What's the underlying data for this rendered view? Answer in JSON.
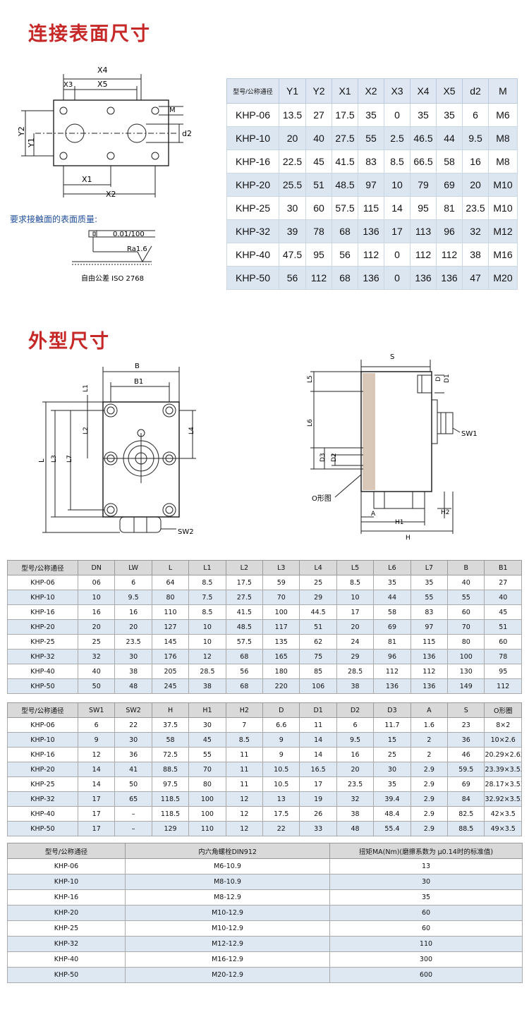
{
  "sections": {
    "surface_title": "连接表面尺寸",
    "outline_title": "外型尺寸"
  },
  "surface_diagram": {
    "labels": [
      "X4",
      "X3",
      "X5",
      "M",
      "d2",
      "Y2",
      "Y1",
      "X1",
      "X2"
    ],
    "quality_note": "要求接触面的表面质量:",
    "flatness": "0.01/100",
    "roughness": "Ra1.6",
    "tolerance": "自由公差 ISO 2768"
  },
  "front_diagram": {
    "labels": [
      "B",
      "B1",
      "L1",
      "L2",
      "L4",
      "L",
      "L3",
      "L7",
      "SW2"
    ]
  },
  "side_diagram": {
    "labels": [
      "S",
      "D",
      "D1",
      "L5",
      "L6",
      "SW1",
      "D3",
      "D2",
      "O形图",
      "A",
      "H1",
      "H2",
      "H"
    ]
  },
  "table_surface": {
    "headers": [
      "型号/公称通径",
      "Y1",
      "Y2",
      "X1",
      "X2",
      "X3",
      "X4",
      "X5",
      "d2",
      "M"
    ],
    "rows": [
      [
        "KHP-06",
        "13.5",
        "27",
        "17.5",
        "35",
        "0",
        "35",
        "35",
        "6",
        "M6"
      ],
      [
        "KHP-10",
        "20",
        "40",
        "27.5",
        "55",
        "2.5",
        "46.5",
        "44",
        "9.5",
        "M8"
      ],
      [
        "KHP-16",
        "22.5",
        "45",
        "41.5",
        "83",
        "8.5",
        "66.5",
        "58",
        "16",
        "M8"
      ],
      [
        "KHP-20",
        "25.5",
        "51",
        "48.5",
        "97",
        "10",
        "79",
        "69",
        "20",
        "M10"
      ],
      [
        "KHP-25",
        "30",
        "60",
        "57.5",
        "115",
        "14",
        "95",
        "81",
        "23.5",
        "M10"
      ],
      [
        "KHP-32",
        "39",
        "78",
        "68",
        "136",
        "17",
        "113",
        "96",
        "32",
        "M12"
      ],
      [
        "KHP-40",
        "47.5",
        "95",
        "56",
        "112",
        "0",
        "112",
        "112",
        "38",
        "M16"
      ],
      [
        "KHP-50",
        "56",
        "112",
        "68",
        "136",
        "0",
        "136",
        "136",
        "47",
        "M20"
      ]
    ]
  },
  "table_dims1": {
    "headers": [
      "型号/公称通径",
      "DN",
      "LW",
      "L",
      "L1",
      "L2",
      "L3",
      "L4",
      "L5",
      "L6",
      "L7",
      "B",
      "B1"
    ],
    "rows": [
      [
        "KHP-06",
        "06",
        "6",
        "64",
        "8.5",
        "17.5",
        "59",
        "25",
        "8.5",
        "35",
        "35",
        "40",
        "27"
      ],
      [
        "KHP-10",
        "10",
        "9.5",
        "80",
        "7.5",
        "27.5",
        "70",
        "29",
        "10",
        "44",
        "55",
        "55",
        "40"
      ],
      [
        "KHP-16",
        "16",
        "16",
        "110",
        "8.5",
        "41.5",
        "100",
        "44.5",
        "17",
        "58",
        "83",
        "60",
        "45"
      ],
      [
        "KHP-20",
        "20",
        "20",
        "127",
        "10",
        "48.5",
        "117",
        "51",
        "20",
        "69",
        "97",
        "70",
        "51"
      ],
      [
        "KHP-25",
        "25",
        "23.5",
        "145",
        "10",
        "57.5",
        "135",
        "62",
        "24",
        "81",
        "115",
        "80",
        "60"
      ],
      [
        "KHP-32",
        "32",
        "30",
        "176",
        "12",
        "68",
        "165",
        "75",
        "29",
        "96",
        "136",
        "100",
        "78"
      ],
      [
        "KHP-40",
        "40",
        "38",
        "205",
        "28.5",
        "56",
        "180",
        "85",
        "28.5",
        "112",
        "112",
        "130",
        "95"
      ],
      [
        "KHP-50",
        "50",
        "48",
        "245",
        "38",
        "68",
        "220",
        "106",
        "38",
        "136",
        "136",
        "149",
        "112"
      ]
    ]
  },
  "table_dims2": {
    "headers": [
      "型号/公称通径",
      "SW1",
      "SW2",
      "H",
      "H1",
      "H2",
      "D",
      "D1",
      "D2",
      "D3",
      "A",
      "S",
      "O形圈"
    ],
    "rows": [
      [
        "KHP-06",
        "6",
        "22",
        "37.5",
        "30",
        "7",
        "6.6",
        "11",
        "6",
        "11.7",
        "1.6",
        "23",
        "8×2"
      ],
      [
        "KHP-10",
        "9",
        "30",
        "58",
        "45",
        "8.5",
        "9",
        "14",
        "9.5",
        "15",
        "2",
        "36",
        "10×2.6"
      ],
      [
        "KHP-16",
        "12",
        "36",
        "72.5",
        "55",
        "11",
        "9",
        "14",
        "16",
        "25",
        "2",
        "46",
        "20.29×2.62"
      ],
      [
        "KHP-20",
        "14",
        "41",
        "88.5",
        "70",
        "11",
        "10.5",
        "16.5",
        "20",
        "30",
        "2.9",
        "59.5",
        "23.39×3.53"
      ],
      [
        "KHP-25",
        "14",
        "50",
        "97.5",
        "80",
        "11",
        "10.5",
        "17",
        "23.5",
        "35",
        "2.9",
        "69",
        "28.17×3.53"
      ],
      [
        "KHP-32",
        "17",
        "65",
        "118.5",
        "100",
        "12",
        "13",
        "19",
        "32",
        "39.4",
        "2.9",
        "84",
        "32.92×3.53"
      ],
      [
        "KHP-40",
        "17",
        "–",
        "118.5",
        "100",
        "12",
        "17.5",
        "26",
        "38",
        "48.4",
        "2.9",
        "82.5",
        "42×3.5"
      ],
      [
        "KHP-50",
        "17",
        "–",
        "129",
        "110",
        "12",
        "22",
        "33",
        "48",
        "55.4",
        "2.9",
        "88.5",
        "49×3.5"
      ]
    ]
  },
  "table_bolts": {
    "headers": [
      "型号/公称通径",
      "内六角螺栓DIN912",
      "扭矩MA(Nm)(磨擦系数为 μ0.14时的标准值)"
    ],
    "rows": [
      [
        "KHP-06",
        "M6-10.9",
        "13"
      ],
      [
        "KHP-10",
        "M8-10.9",
        "30"
      ],
      [
        "KHP-16",
        "M8-12.9",
        "35"
      ],
      [
        "KHP-20",
        "M10-12.9",
        "60"
      ],
      [
        "KHP-25",
        "M10-12.9",
        "60"
      ],
      [
        "KHP-32",
        "M12-12.9",
        "110"
      ],
      [
        "KHP-40",
        "M16-12.9",
        "300"
      ],
      [
        "KHP-50",
        "M20-12.9",
        "600"
      ]
    ]
  }
}
